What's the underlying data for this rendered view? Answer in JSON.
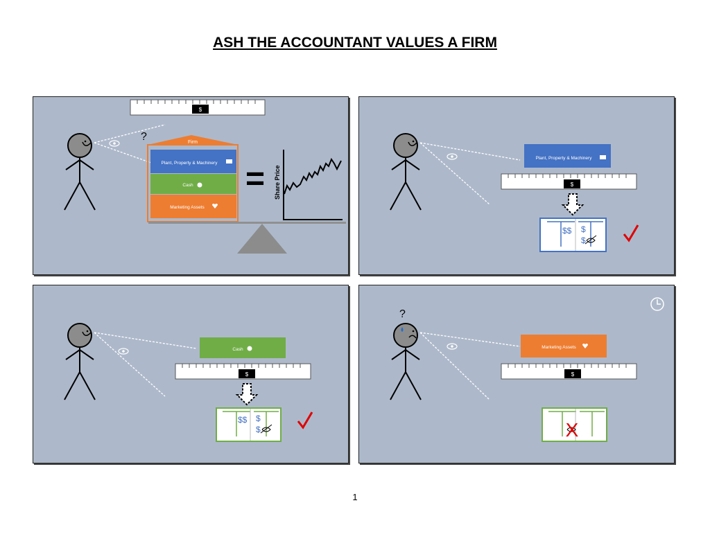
{
  "title": "ASH THE ACCOUNTANT VALUES A FIRM",
  "page_number": "1",
  "ruler_label": "$",
  "question_mark": "?",
  "equals_sign": "=",
  "panels": {
    "p1": {
      "firm_label": "Firm",
      "assets": [
        "Plant, Property & Machinery",
        "Cash",
        "Marketing Assets"
      ],
      "share_price_label": "Share Price"
    },
    "p2": {
      "asset": "Plant, Property & Machinery",
      "ledger_left": "$$",
      "ledger_right": "$",
      "ledger_right2": "$"
    },
    "p3": {
      "asset": "Cash",
      "ledger_left": "$$",
      "ledger_right": "$",
      "ledger_right2": "$"
    },
    "p4": {
      "asset": "Marketing Assets",
      "cross": "X"
    }
  },
  "colors": {
    "panel_bg": "#adb9ca",
    "ppm_blue": "#4472c4",
    "cash_green": "#70ad47",
    "marketing_orange": "#ed7d31",
    "check_red": "#ff0000"
  }
}
